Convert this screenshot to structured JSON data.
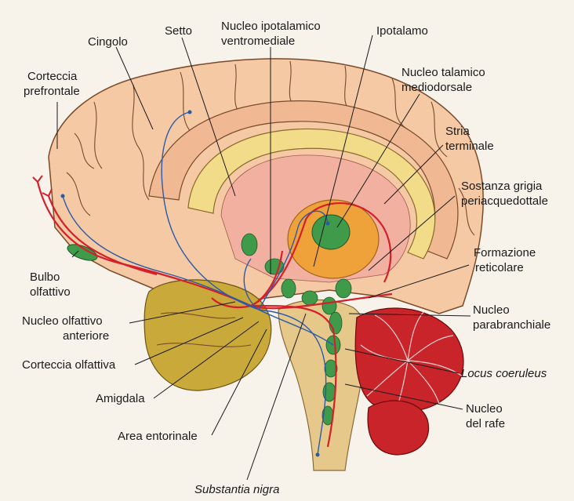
{
  "labels": {
    "cingolo": "Cingolo",
    "setto": "Setto",
    "nucleo_ipotalamico": [
      "Nucleo ipotalamico",
      "ventromediale"
    ],
    "ipotalamo": "Ipotalamo",
    "corteccia_prefrontale": [
      "Corteccia",
      "prefrontale"
    ],
    "nucleo_talamico": [
      "Nucleo talamico",
      "mediodorsale"
    ],
    "stria_terminale": [
      "Stria",
      "terminale"
    ],
    "sostanza_grigia": [
      "Sostanza grigia",
      "periacquedottale"
    ],
    "formazione_reticolare": [
      "Formazione",
      "reticolare"
    ],
    "bulbo_olfattivo": [
      "Bulbo",
      "olfattivo"
    ],
    "nucleo_olfattivo": [
      "Nucleo olfattivo",
      "anteriore"
    ],
    "nucleo_parabranchiale": [
      "Nucleo",
      "parabranchiale"
    ],
    "corteccia_olfattiva": "Corteccia olfattiva",
    "locus_coeruleus": "Locus coeruleus",
    "amigdala": "Amigdala",
    "nucleo_rafe": [
      "Nucleo",
      "del rafe"
    ],
    "area_entorinale": "Area entorinale",
    "substantia_nigra": "Substantia nigra"
  },
  "colors": {
    "background": "#f7f2ea",
    "cortex": "#f4c9a4",
    "corpus_callosum": "#f2dc8a",
    "thalamus": "#f0a23a",
    "temporal_lobe": "#c9a93a",
    "brainstem": "#e6c88a",
    "cerebellum": "#c8242a",
    "nuclei": "#3f9a4a",
    "red_pathway": "#d4202a",
    "blue_pathway": "#2b5aa8"
  }
}
